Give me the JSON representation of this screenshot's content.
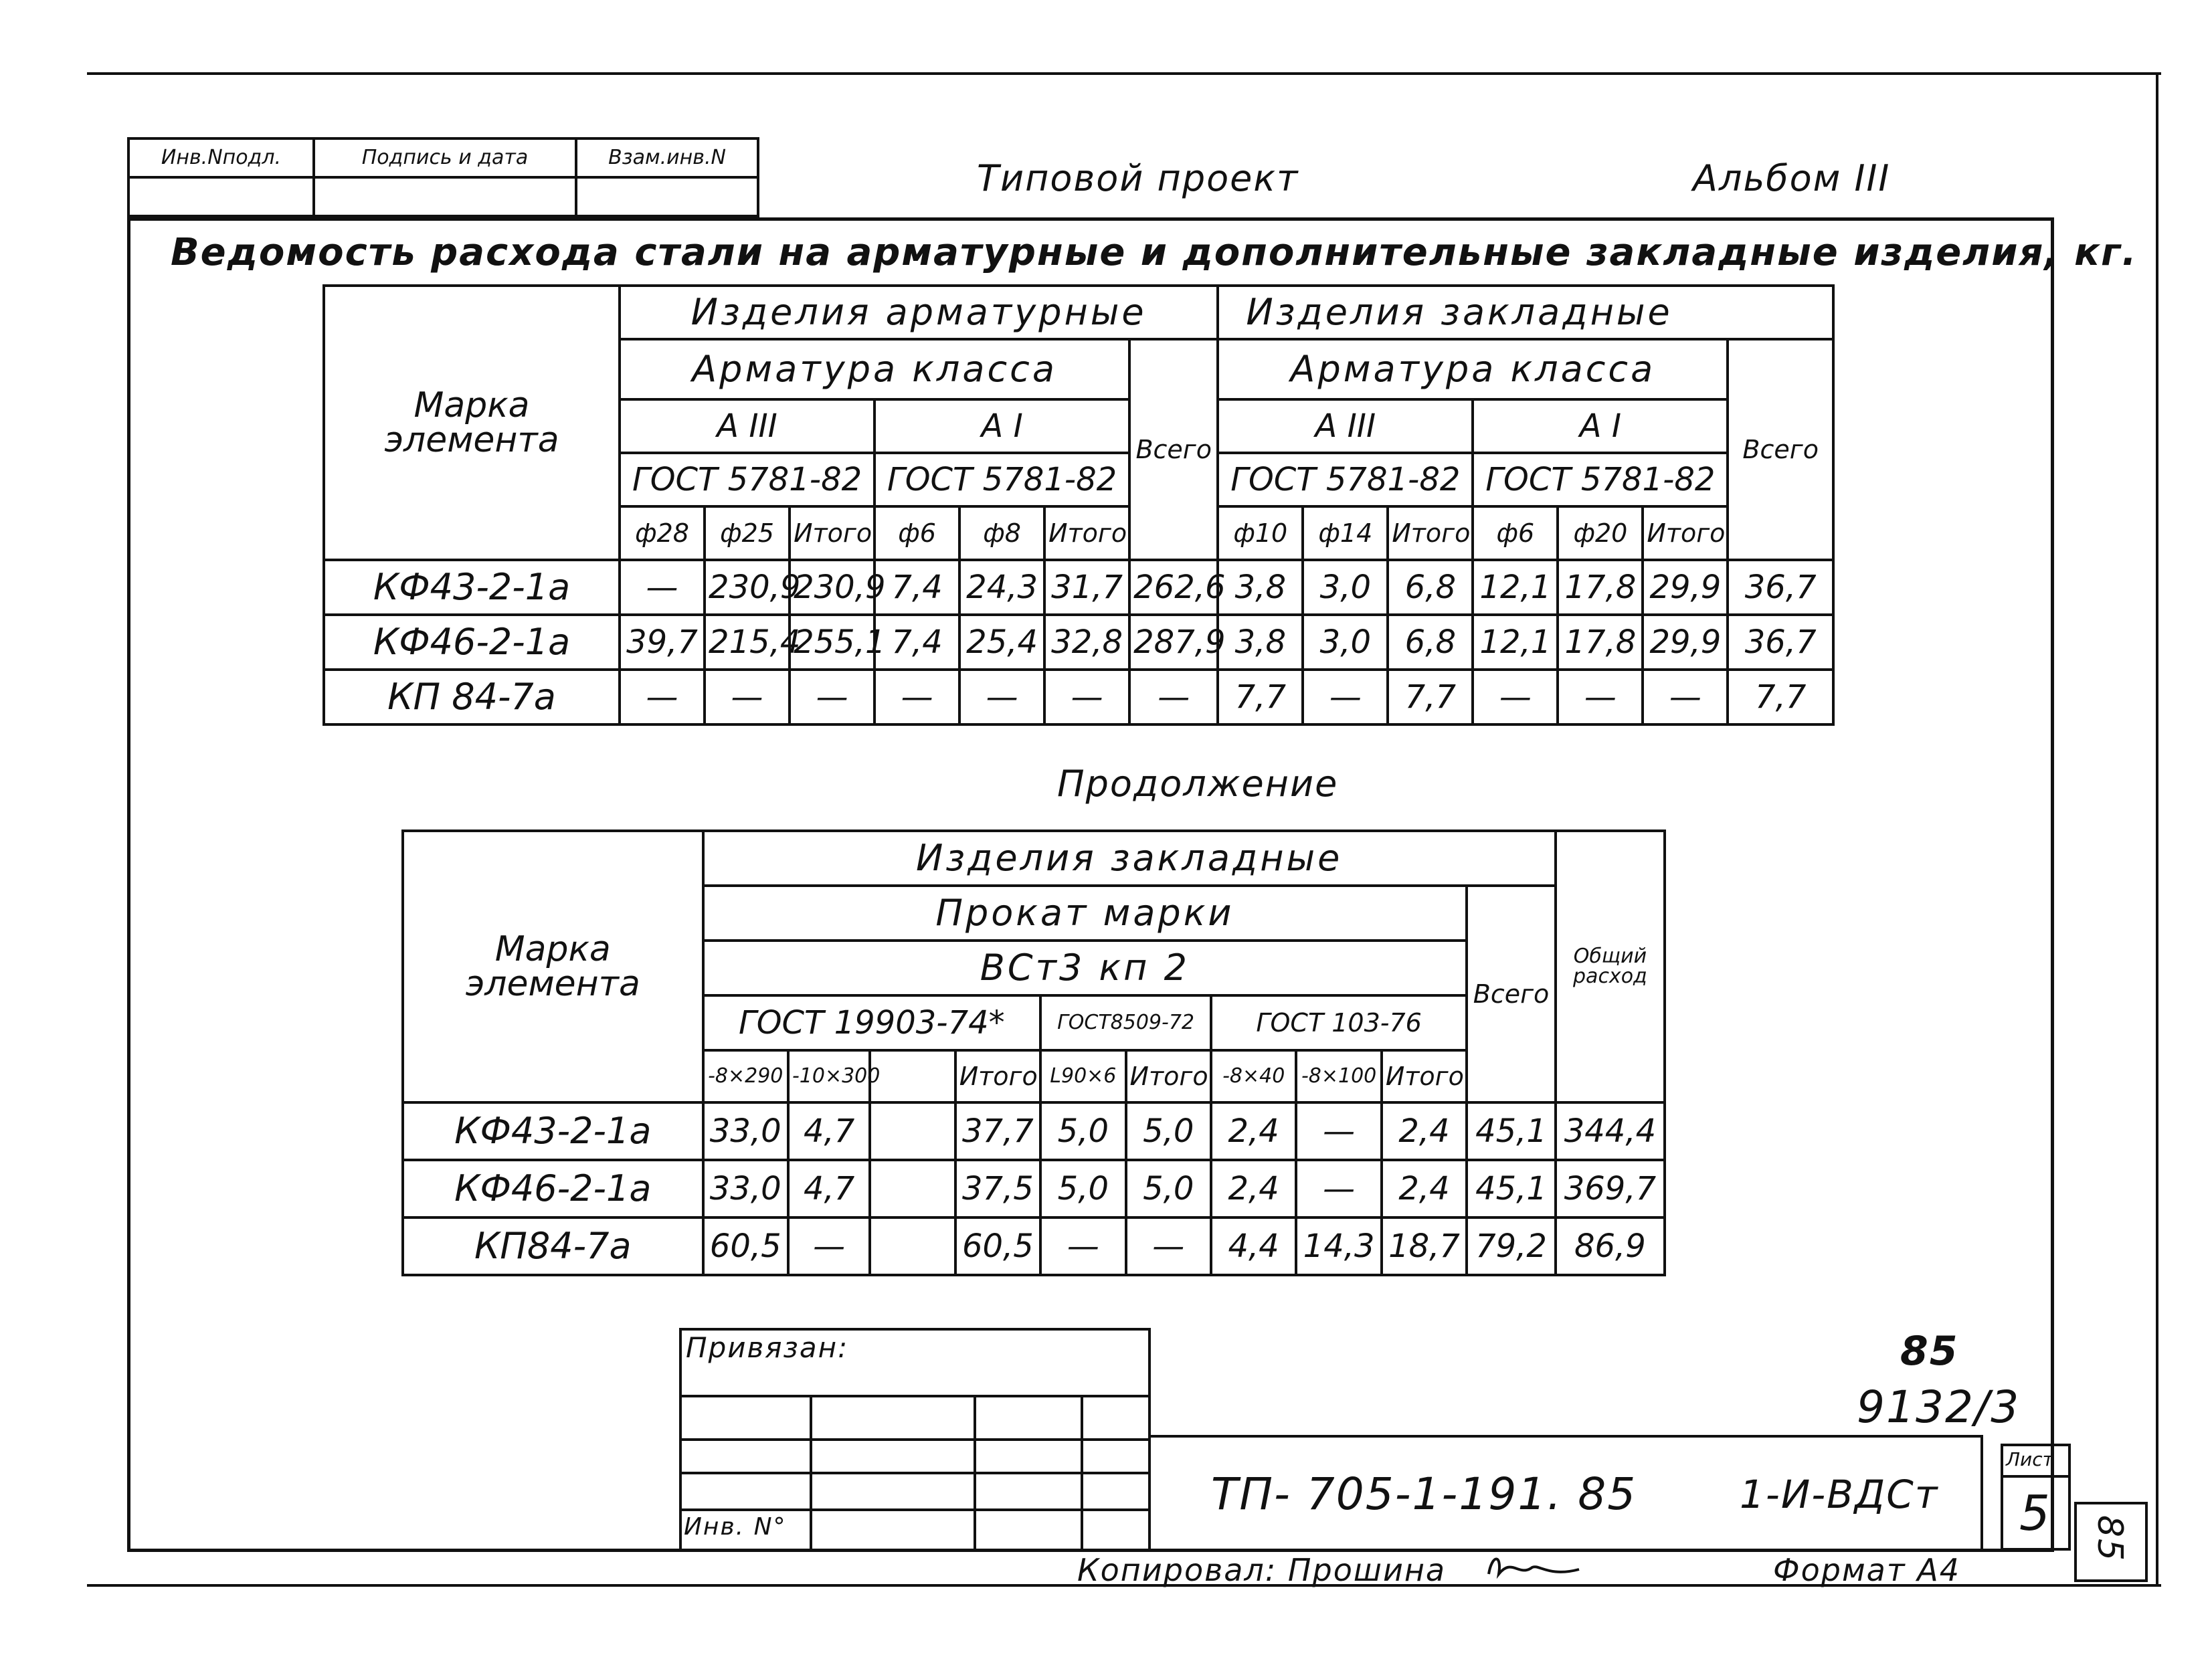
{
  "header": {
    "cells": [
      "Инв.Nподл.",
      "Подпись и дата",
      "Взам.инв.N"
    ],
    "project_label": "Типовой проект",
    "album_label": "Альбом III"
  },
  "document_title": "Ведомость расхода стали на арматурные и дополнительные закладные изделия, кг.",
  "table1": {
    "mark_header": "Марка элемента",
    "group_rebar": "Изделия арматурные",
    "group_embedded": "Изделия закладные",
    "class_header": "Арматура класса",
    "class_a3": "А III",
    "class_a1": "А I",
    "gost": "ГОСТ 5781-82",
    "total_label": "Всего",
    "sub_headers": [
      "ф28",
      "ф25",
      "Итого",
      "ф6",
      "ф8",
      "Итого",
      "ф10",
      "ф14",
      "Итого",
      "ф6",
      "ф20",
      "Итого"
    ],
    "rows": [
      {
        "mark": "КФ43-2-1а",
        "values": [
          "—",
          "230,9",
          "230,9",
          "7,4",
          "24,3",
          "31,7",
          "262,6",
          "3,8",
          "3,0",
          "6,8",
          "12,1",
          "17,8",
          "29,9",
          "36,7"
        ]
      },
      {
        "mark": "КФ46-2-1а",
        "values": [
          "39,7",
          "215,4",
          "255,1",
          "7,4",
          "25,4",
          "32,8",
          "287,9",
          "3,8",
          "3,0",
          "6,8",
          "12,1",
          "17,8",
          "29,9",
          "36,7"
        ]
      },
      {
        "mark": "КП 84-7а",
        "values": [
          "—",
          "—",
          "—",
          "—",
          "—",
          "—",
          "—",
          "7,7",
          "—",
          "7,7",
          "—",
          "—",
          "—",
          "7,7"
        ]
      }
    ]
  },
  "continuation_label": "Продолжение",
  "table2": {
    "mark_header": "Марка элемента",
    "group_embedded": "Изделия закладные",
    "prokat_header": "Прокат марки",
    "steel_grade": "ВСт3 кп 2",
    "gost_19903": "ГОСТ 19903-74*",
    "gost_8509": "ГОСТ8509-72",
    "gost_103": "ГОСТ 103-76",
    "total_label": "Всего",
    "overall_label": "Общий расход",
    "sub_headers": [
      "-8×290",
      "-10×300",
      "",
      "Итого",
      "L90×6",
      "Итого",
      "-8×40",
      "-8×100",
      "Итого"
    ],
    "rows": [
      {
        "mark": "КФ43-2-1а",
        "values": [
          "33,0",
          "4,7",
          "",
          "37,7",
          "5,0",
          "5,0",
          "2,4",
          "—",
          "2,4",
          "45,1",
          "344,4"
        ]
      },
      {
        "mark": "КФ46-2-1а",
        "values": [
          "33,0",
          "4,7",
          "",
          "37,5",
          "5,0",
          "5,0",
          "2,4",
          "—",
          "2,4",
          "45,1",
          "369,7"
        ]
      },
      {
        "mark": "КП84-7а",
        "values": [
          "60,5",
          "—",
          "",
          "60,5",
          "—",
          "—",
          "4,4",
          "14,3",
          "18,7",
          "79,2",
          "86,9"
        ]
      }
    ]
  },
  "stamp": {
    "privyazan_label": "Привязан:",
    "inv_label": "Инв. N°",
    "handwritten_top": "85",
    "handwritten_bottom": "9132/3",
    "doc_code": "ТП- 705-1-191. 85",
    "sheet_code": "1-И-ВДСт",
    "sheet_label": "Лист",
    "sheet_number": "5",
    "copied_by": "Копировал: Прошина",
    "format": "Формат А4",
    "side_number": "85"
  }
}
